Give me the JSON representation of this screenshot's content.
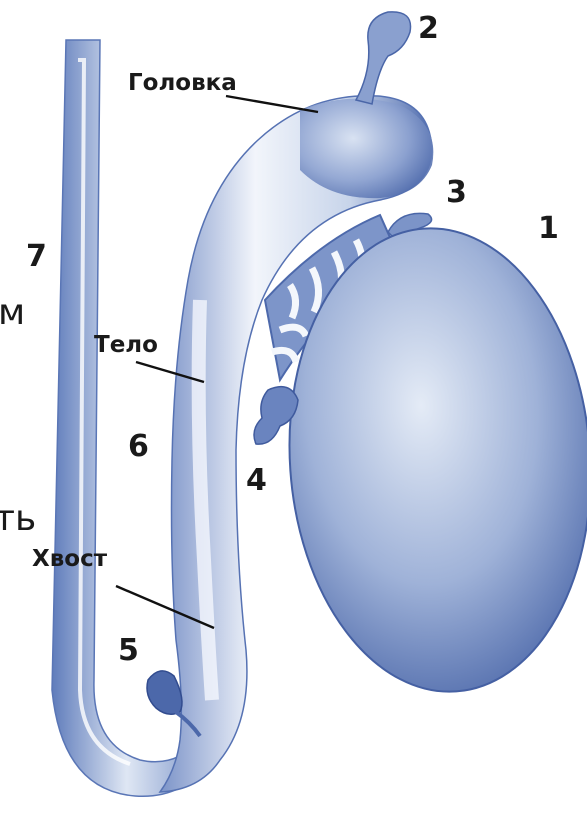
{
  "figure": {
    "labels": {
      "head": "Головка",
      "body": "Тело",
      "tail": "Хвост"
    },
    "numbers": [
      "1",
      "2",
      "3",
      "4",
      "5",
      "6",
      "7"
    ],
    "edge_text": {
      "top": "м",
      "bottom": "ть"
    },
    "colors": {
      "structure_fill": "#c9d6ea",
      "structure_shade": "#5d79b6",
      "structure_dark": "#3b559a",
      "highlight": "#f1f4fb"
    }
  }
}
